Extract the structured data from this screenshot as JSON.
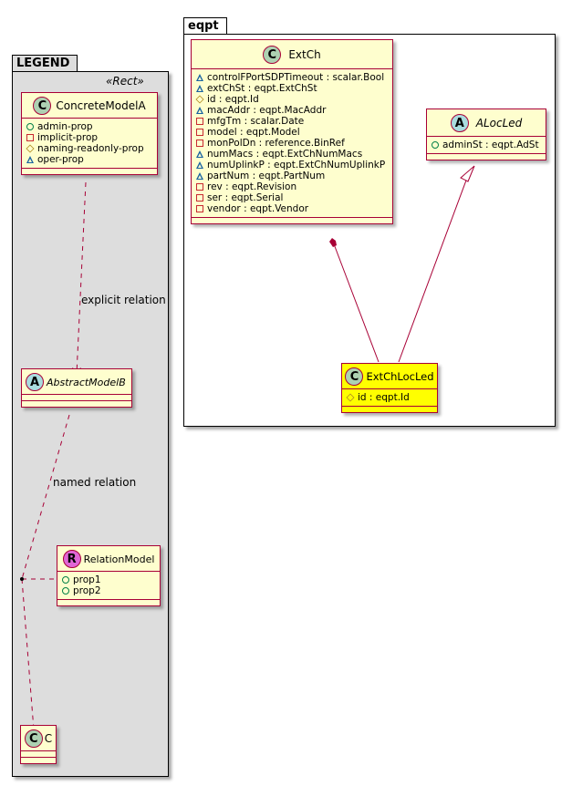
{
  "legend": {
    "package_name": "LEGEND",
    "stereotype": "«Rect»",
    "concrete_model": {
      "name": "ConcreteModelA",
      "badge": "C",
      "badge_color": "#ADD1B2",
      "attributes": [
        {
          "visibility": "pub",
          "text": "admin-prop"
        },
        {
          "visibility": "priv",
          "text": "implicit-prop"
        },
        {
          "visibility": "prot",
          "text": "naming-readonly-prop"
        },
        {
          "visibility": "pkg",
          "text": "oper-prop"
        }
      ]
    },
    "abstract_model": {
      "name": "AbstractModelB",
      "badge": "A",
      "badge_color": "#A9DCDF"
    },
    "relation_model": {
      "name": "RelationModel",
      "badge": "R",
      "badge_color": "#E066D6",
      "attributes": [
        {
          "visibility": "pub",
          "text": "prop1"
        },
        {
          "visibility": "pub",
          "text": "prop2"
        }
      ]
    },
    "class_c": {
      "name": "C",
      "badge": "C",
      "badge_color": "#ADD1B2"
    },
    "explicit_relation_label": "explicit relation",
    "named_relation_label": "named relation"
  },
  "eqpt": {
    "package_name": "eqpt",
    "extch": {
      "name": "ExtCh",
      "badge": "C",
      "badge_color": "#ADD1B2",
      "attributes": [
        {
          "visibility": "pkg",
          "text": "controlFPortSDPTimeout : scalar.Bool"
        },
        {
          "visibility": "pkg",
          "text": "extChSt : eqpt.ExtChSt"
        },
        {
          "visibility": "prot",
          "text": "id : eqpt.Id"
        },
        {
          "visibility": "pkg",
          "text": "macAddr : eqpt.MacAddr"
        },
        {
          "visibility": "priv",
          "text": "mfgTm : scalar.Date"
        },
        {
          "visibility": "priv",
          "text": "model : eqpt.Model"
        },
        {
          "visibility": "priv",
          "text": "monPolDn : reference.BinRef"
        },
        {
          "visibility": "pkg",
          "text": "numMacs : eqpt.ExtChNumMacs"
        },
        {
          "visibility": "pkg",
          "text": "numUplinkP : eqpt.ExtChNumUplinkP"
        },
        {
          "visibility": "pkg",
          "text": "partNum : eqpt.PartNum"
        },
        {
          "visibility": "priv",
          "text": "rev : eqpt.Revision"
        },
        {
          "visibility": "priv",
          "text": "ser : eqpt.Serial"
        },
        {
          "visibility": "priv",
          "text": "vendor : eqpt.Vendor"
        }
      ]
    },
    "aLocLed": {
      "name": "ALocLed",
      "badge": "A",
      "badge_color": "#A9DCDF",
      "attributes": [
        {
          "visibility": "pub",
          "text": "adminSt : eqpt.AdSt"
        }
      ]
    },
    "extChLocLed": {
      "name": "ExtChLocLed",
      "badge": "C",
      "badge_color": "#ADD1B2",
      "attributes": [
        {
          "visibility": "prot",
          "text": "id : eqpt.Id"
        }
      ]
    }
  },
  "colors": {
    "border": "#A80036",
    "class_fill": "#FEFECE",
    "highlight_fill": "#FFFF00",
    "legend_bg": "#DDDDDD"
  }
}
